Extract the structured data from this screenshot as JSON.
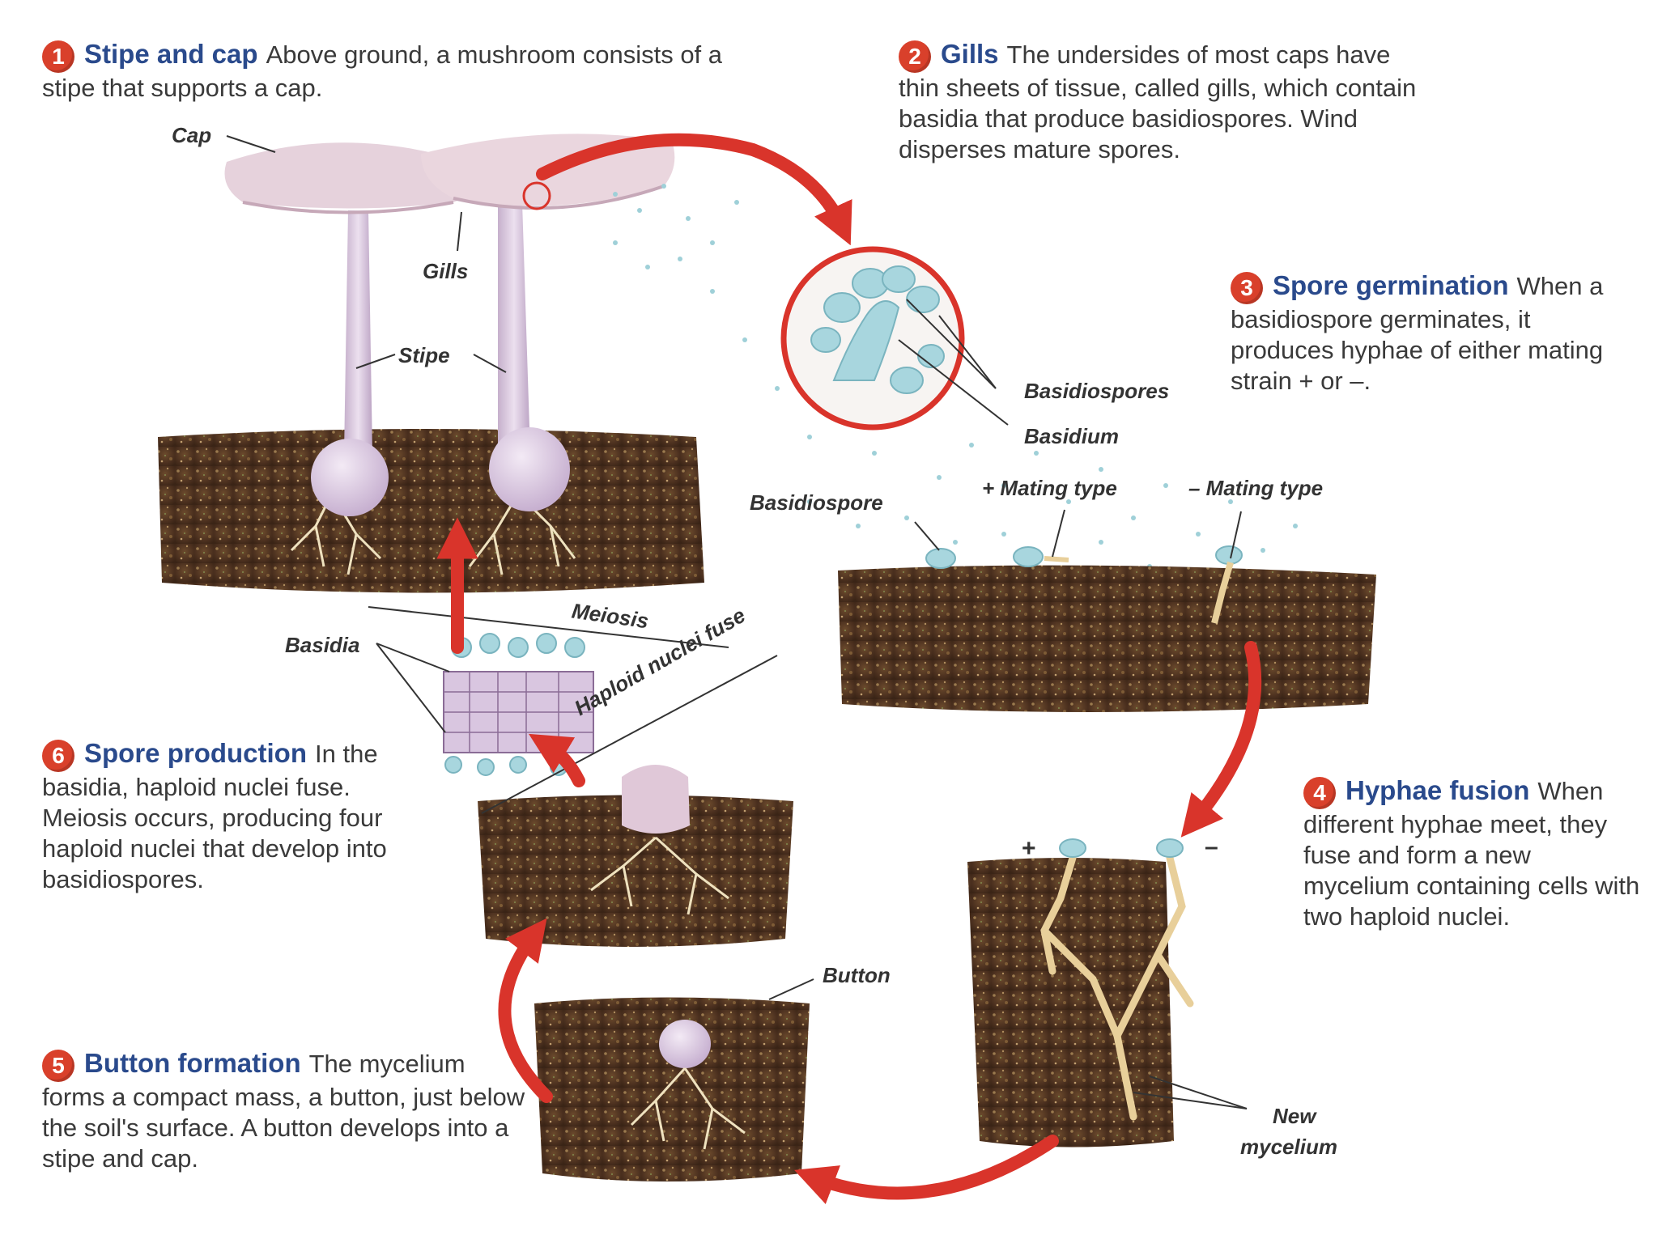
{
  "steps": [
    {
      "num": "1",
      "title": "Stipe and cap",
      "body": "Above ground, a mushroom consists of a stipe that supports a cap."
    },
    {
      "num": "2",
      "title": "Gills",
      "body": "The undersides of most caps have thin sheets of tissue, called gills, which contain basidia that produce basidiospores. Wind disperses mature spores."
    },
    {
      "num": "3",
      "title": "Spore germination",
      "body": "When a basidiospore germinates, it produces hyphae of either mating strain + or –."
    },
    {
      "num": "4",
      "title": "Hyphae fusion",
      "body": "When different hyphae meet, they fuse and form a new mycelium containing cells with two haploid nuclei."
    },
    {
      "num": "5",
      "title": "Button formation",
      "body": "The mycelium forms a compact mass, a button, just below the soil's surface. A button develops into a stipe and cap."
    },
    {
      "num": "6",
      "title": "Spore production",
      "body": "In the basidia, haploid nuclei fuse. Meiosis occurs, producing four haploid nuclei that develop into basidiospores."
    }
  ],
  "labels": {
    "cap": "Cap",
    "gills": "Gills",
    "stipe": "Stipe",
    "basidiospores": "Basidiospores",
    "basidium": "Basidium",
    "basidiospore": "Basidiospore",
    "plus_mating": "+ Mating type",
    "minus_mating": "– Mating type",
    "meiosis": "Meiosis",
    "haploid_fuse": "Haploid nuclei fuse",
    "basidia": "Basidia",
    "button": "Button",
    "new_mycelium_1": "New",
    "new_mycelium_2": "mycelium",
    "plus": "+",
    "minus": "–"
  },
  "colors": {
    "arrow": "#d9342b",
    "title": "#2a4a8c",
    "badge": "#d9402b",
    "soil": "#5a3a22",
    "cap": "#e0c8d8",
    "spore": "#9fd0d8",
    "hyphae": "#e8cf9a"
  }
}
